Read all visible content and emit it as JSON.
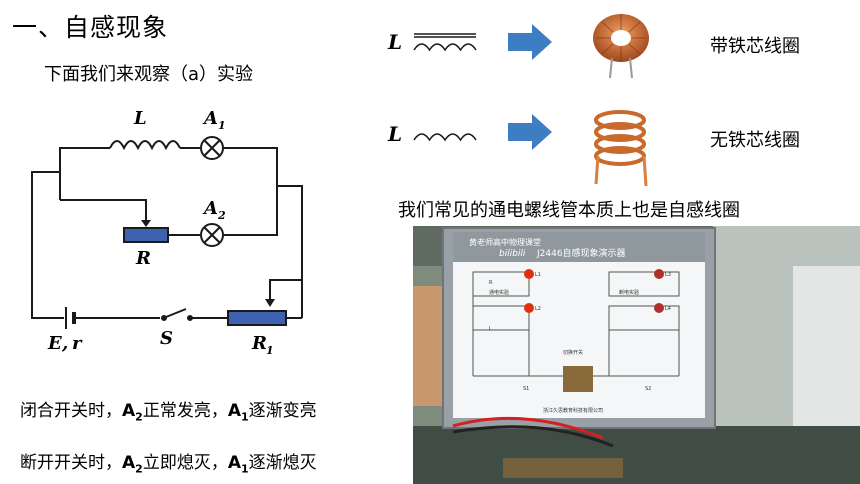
{
  "slide": {
    "title": "一、自感现象",
    "subtitle": "下面我们来观察（a）实验",
    "circuit": {
      "labels": {
        "L": "L",
        "A1": "A",
        "A1_sub": "1",
        "A2": "A",
        "A2_sub": "2",
        "R": "R",
        "Er": "E",
        "comma": ",",
        "r": "r",
        "S": "S",
        "R1": "R",
        "R1_sub": "1"
      }
    },
    "notes": [
      {
        "pre": "闭合开关时，",
        "a2": "A",
        "a2_sub": "2",
        "mid": "正常发亮，",
        "a1": "A",
        "a1_sub": "1",
        "post": "逐渐变亮"
      },
      {
        "pre": "断开开关时，",
        "a2": "A",
        "a2_sub": "2",
        "mid": "立即熄灭，",
        "a1": "A",
        "a1_sub": "1",
        "post": "逐渐熄灭"
      }
    ],
    "coils": [
      {
        "symbol": "L",
        "caption": "带铁芯线圈"
      },
      {
        "symbol": "L",
        "caption": "无铁芯线圈"
      }
    ],
    "solenoid_note": "我们常见的通电螺线管本质上也是自感线圈",
    "photo": {
      "logo_text": "bilibili",
      "watermark": "黄老师高中物理课堂",
      "device_title": "J2446自感现象演示器",
      "panel_left": "通电实验",
      "panel_right": "断电实验",
      "switch_label": "切换开关",
      "footer": "浙江久思教育科技有限公司",
      "labels": {
        "L1": "L1",
        "L2": "L2",
        "L3": "L3",
        "L4": "L4",
        "S1": "S1",
        "S2": "S2",
        "R": "R",
        "L": "L"
      }
    },
    "colors": {
      "wire": "#1a1a1a",
      "resistor": "#3f62b0",
      "arrow": "#3d7ec2",
      "copper": "#c96a2c"
    }
  }
}
